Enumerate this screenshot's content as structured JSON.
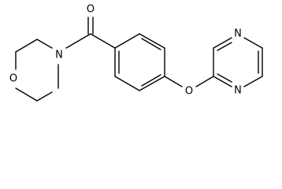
{
  "molecule": {
    "atoms": {
      "carbonyl_oxygen": "O",
      "morpholine_nitrogen": "N",
      "morpholine_oxygen": "O",
      "ether_oxygen": "O",
      "pyrazine_nitrogen_top": "N",
      "pyrazine_nitrogen_bottom": "N"
    },
    "colors": {
      "bond": "#000000",
      "label": "#000000",
      "background": "#ffffff"
    }
  }
}
